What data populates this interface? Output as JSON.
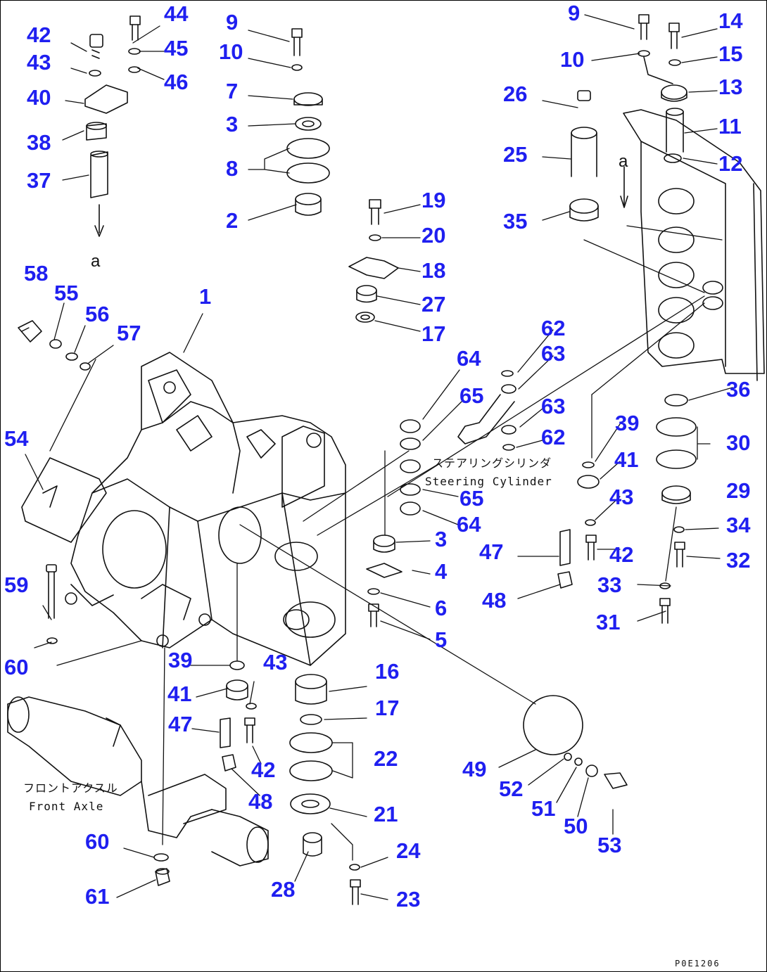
{
  "diagram": {
    "drawing_code": "P0E1206",
    "ref_letter": "a",
    "notes": {
      "steering_jp": "ステアリングシリンダ",
      "steering_en": "Steering Cylinder",
      "axle_jp": "フロントアクスル",
      "axle_en": "Front Axle"
    },
    "callouts": [
      "1",
      "2",
      "3",
      "3",
      "4",
      "5",
      "6",
      "7",
      "8",
      "9",
      "9",
      "10",
      "10",
      "11",
      "12",
      "13",
      "14",
      "15",
      "16",
      "17",
      "17",
      "18",
      "19",
      "20",
      "21",
      "22",
      "23",
      "24",
      "25",
      "26",
      "27",
      "28",
      "29",
      "30",
      "31",
      "32",
      "33",
      "34",
      "35",
      "36",
      "37",
      "38",
      "39",
      "39",
      "40",
      "41",
      "41",
      "42",
      "42",
      "42",
      "43",
      "43",
      "43",
      "44",
      "45",
      "46",
      "47",
      "47",
      "48",
      "48",
      "49",
      "50",
      "51",
      "52",
      "53",
      "54",
      "55",
      "56",
      "57",
      "58",
      "59",
      "60",
      "60",
      "61",
      "62",
      "62",
      "63",
      "63",
      "64",
      "64",
      "65",
      "65"
    ]
  }
}
